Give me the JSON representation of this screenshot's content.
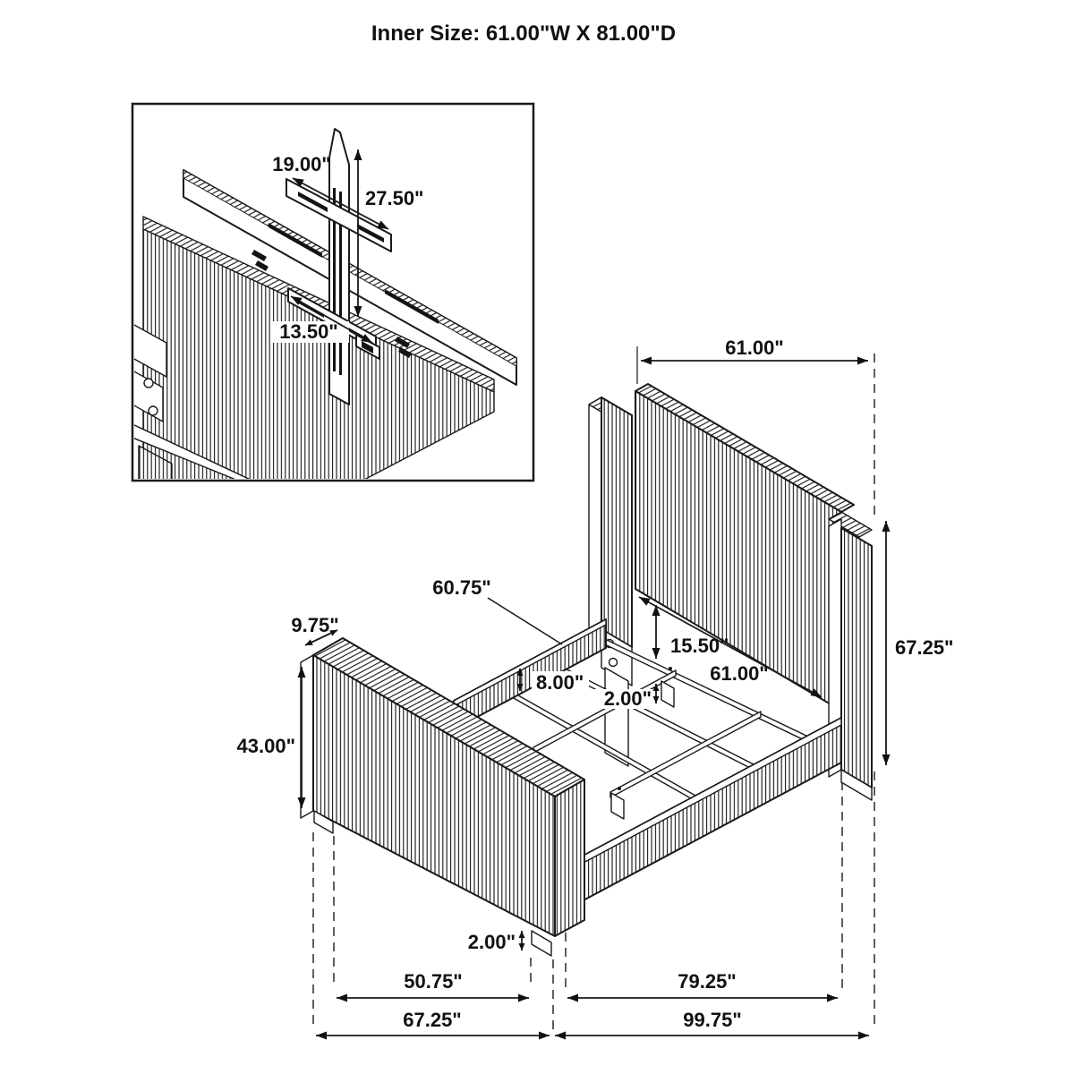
{
  "page": {
    "title": "Inner Size: 61.00\"W X 81.00\"D"
  },
  "inset": {
    "bracket_width": "19.00\"",
    "bracket_drop": "27.50\"",
    "plate_width": "13.50\""
  },
  "dims": {
    "headboard_width": "61.00\"",
    "headboard_height": "67.25\"",
    "rail_length": "60.75\"",
    "footboard_top_depth": "9.75\"",
    "rail_height": "8.00\"",
    "headboard_clearance": "15.50\"",
    "inner_width": "61.00\"",
    "center_leg_height": "2.00\"",
    "footboard_height": "43.00\"",
    "footboard_leg_height": "2.00\"",
    "footboard_inner_width": "50.75\"",
    "rail_span": "79.25\"",
    "footboard_outer_width": "67.25\"",
    "overall_depth": "99.75\""
  }
}
